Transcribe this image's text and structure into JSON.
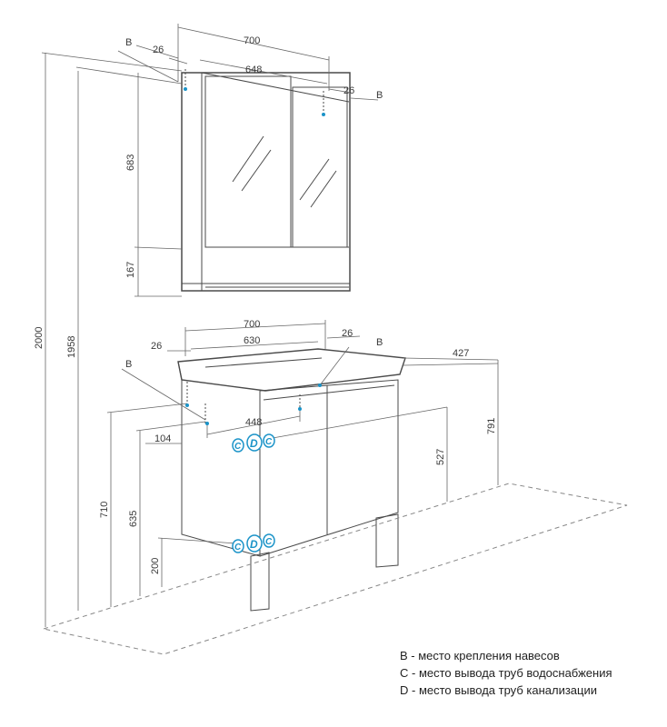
{
  "dimensions": {
    "mirror_width": "700",
    "mirror_inner_width": "648",
    "mirror_left_offset": "26",
    "mirror_right_offset": "26",
    "mirror_upper_height": "683",
    "mirror_shelf_height": "167",
    "total_height": "2000",
    "mirror_top_height": "1958",
    "vanity_width": "700",
    "vanity_inner_width": "630",
    "vanity_left_offset": "26",
    "vanity_right_offset": "26",
    "vanity_depth": "427",
    "vanity_height": "791",
    "pipe_spacing": "448",
    "pipe_side_offset": "104",
    "mount_height_710": "710",
    "mount_height_635": "635",
    "pipe_lower_height": "200",
    "pipe_upper_height": "527"
  },
  "markers": {
    "b": "B",
    "c": "C",
    "d": "D"
  },
  "legend": {
    "line_b": "B - место крепления навесов",
    "line_c": "C - место вывода труб водоснабжения",
    "line_d": "D - место вывода труб канализации"
  },
  "colors": {
    "line": "#555555",
    "accent": "#1a93c8"
  }
}
